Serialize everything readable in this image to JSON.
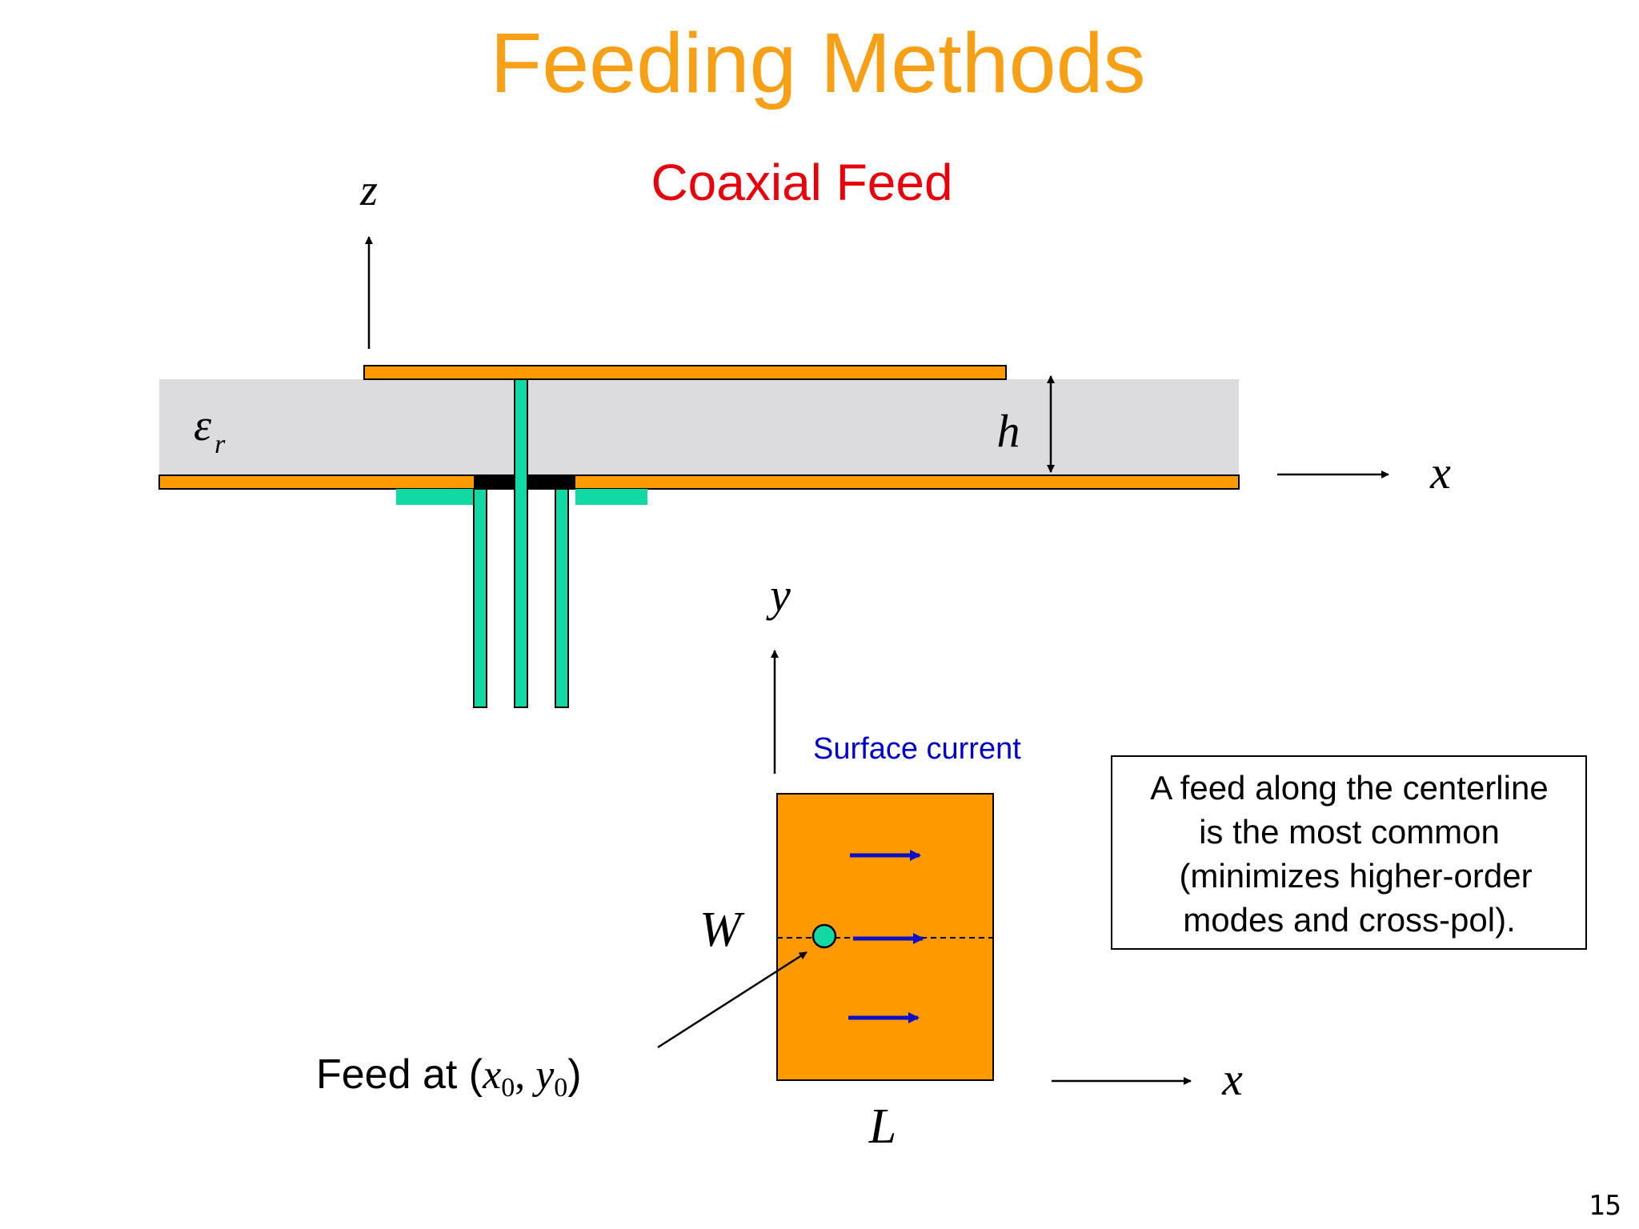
{
  "slide": {
    "title": "Feeding Methods",
    "subtitle": "Coaxial Feed",
    "page_number": "15"
  },
  "side_view": {
    "z_axis_label": "z",
    "x_axis_label": "x",
    "permittivity_symbol": "ε",
    "permittivity_subscript": "r",
    "height_label": "h"
  },
  "top_view": {
    "y_axis_label": "y",
    "x_axis_label": "x",
    "surface_current_label": "Surface current",
    "width_label": "W",
    "length_label": "L",
    "feed_label_prefix": "Feed at (",
    "feed_x": "x",
    "feed_x_sub": "0",
    "feed_sep": ", ",
    "feed_y": "y",
    "feed_y_sub": "0",
    "feed_label_suffix": ")"
  },
  "note": {
    "lines": [
      "A feed along the centerline",
      "is the most common",
      "(minimizes higher-order",
      "modes and cross-pol)."
    ]
  },
  "colors": {
    "title": "#F7A015",
    "subtitle": "#E8000B",
    "patch": "#FF9900",
    "substrate": "#DCDCDE",
    "coax": "#11D9A4",
    "current_arrow": "#0A10C8",
    "surface_current_text": "#0000CC"
  }
}
